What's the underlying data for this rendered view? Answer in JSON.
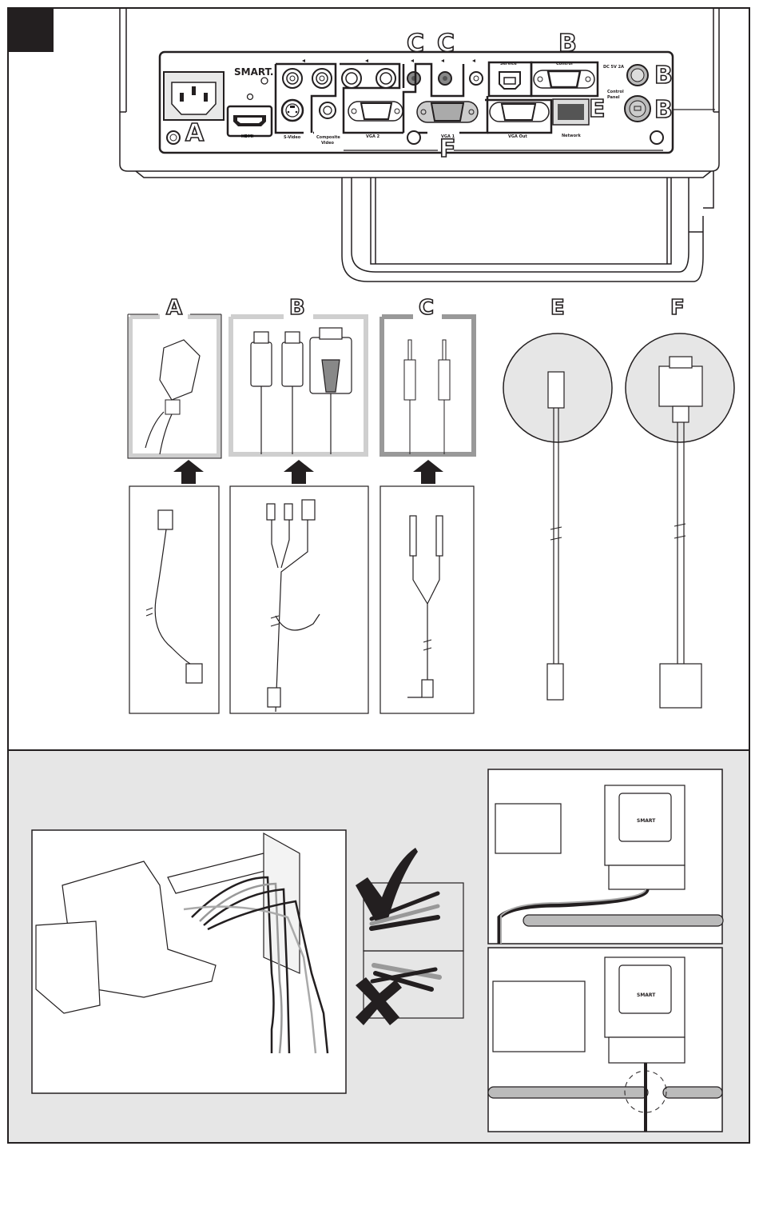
{
  "page": {
    "step_number": "",
    "brand": "SMART"
  },
  "connector_panel": {
    "brand_logo": "SMART.",
    "ports": [
      {
        "id": "power",
        "label": "",
        "callout": "A"
      },
      {
        "id": "hdmi",
        "label": "HDMI",
        "callout": ""
      },
      {
        "id": "s-video",
        "label": "S-Video",
        "callout": ""
      },
      {
        "id": "composite-video",
        "label": "Composite Video",
        "callout": ""
      },
      {
        "id": "vga-2",
        "label": "VGA 2",
        "callout": ""
      },
      {
        "id": "audio-1",
        "label": "",
        "callout": "C"
      },
      {
        "id": "audio-2",
        "label": "",
        "callout": "C"
      },
      {
        "id": "vga-1",
        "label": "VGA 1",
        "callout": "F"
      },
      {
        "id": "service",
        "label": "Service",
        "callout": ""
      },
      {
        "id": "control",
        "label": "Control",
        "callout": "B"
      },
      {
        "id": "vga-out",
        "label": "VGA Out",
        "callout": ""
      },
      {
        "id": "network",
        "label": "Network",
        "callout": "E"
      },
      {
        "id": "dc-5v",
        "label": "DC 5V 2A",
        "callout": "B"
      },
      {
        "id": "control-panel",
        "label": "Control Panel",
        "callout": "B"
      }
    ],
    "labels": {
      "hdmi": "HDMI",
      "s_video": "S-Video",
      "composite_1": "Composite",
      "composite_2": "Video",
      "vga2": "VGA 2",
      "vga1": "VGA 1",
      "service": "Service",
      "control": "Control",
      "vga_out": "VGA Out",
      "network": "Network",
      "dc": "DC 5V 2A",
      "control_panel_1": "Control",
      "control_panel_2": "Panel"
    },
    "callouts": {
      "a": "A",
      "c1": "C",
      "c2": "C",
      "b_top": "B",
      "b_dc": "B",
      "b_cp": "B",
      "e": "E",
      "f": "F"
    }
  },
  "cable_panels": [
    {
      "letter": "A",
      "description": "Power cable"
    },
    {
      "letter": "B",
      "description": "Control cable (mini-DIN x2 + DB9)"
    },
    {
      "letter": "C",
      "description": "Audio cable (3.5 mm x2)"
    },
    {
      "letter": "E",
      "description": "Network cable (RJ45)"
    },
    {
      "letter": "F",
      "description": "VGA cable"
    }
  ],
  "cable_letters": {
    "a": "A",
    "b": "B",
    "c": "C",
    "e": "E",
    "f": "F"
  },
  "routing": {
    "correct_icon": "check-mark",
    "incorrect_icon": "x-mark",
    "projector_brand": "SMART"
  }
}
